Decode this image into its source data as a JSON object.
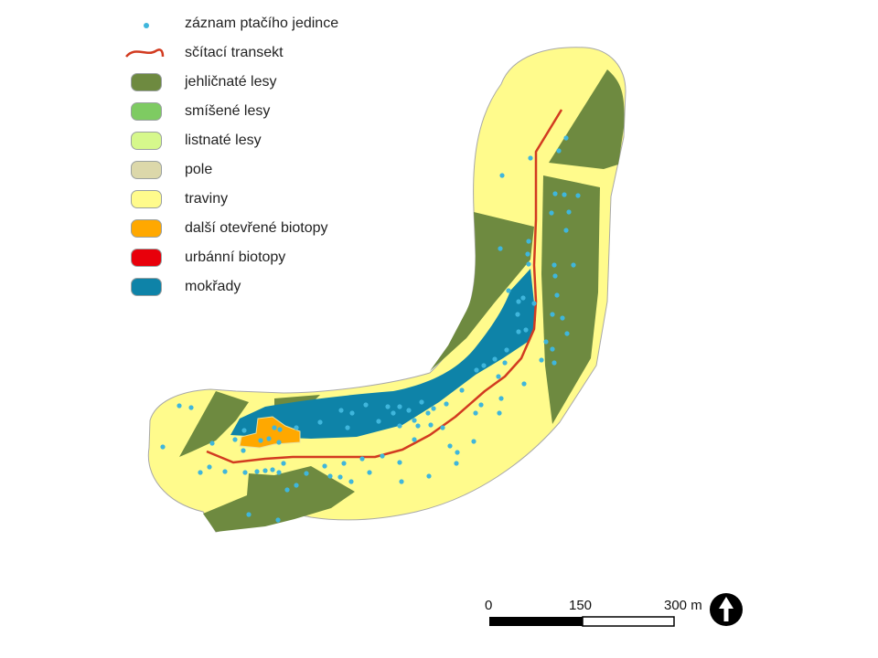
{
  "legend": {
    "items": [
      {
        "label": "záznam ptačího jedince",
        "symbol": "point",
        "color": "#3fb6dc"
      },
      {
        "label": "sčítací transekt",
        "symbol": "line",
        "color": "#d23b20"
      },
      {
        "label": "jehličnaté lesy",
        "symbol": "fill",
        "color": "#6e8a40"
      },
      {
        "label": "smíšené lesy",
        "symbol": "fill",
        "color": "#7ecb62"
      },
      {
        "label": "listnaté lesy",
        "symbol": "fill",
        "color": "#d6f88c"
      },
      {
        "label": "pole",
        "symbol": "fill",
        "color": "#dcd8aa"
      },
      {
        "label": "traviny",
        "symbol": "fill",
        "color": "#fffb8c"
      },
      {
        "label": "další otevřené biotopy",
        "symbol": "fill",
        "color": "#ffa800"
      },
      {
        "label": "urbánní biotopy",
        "symbol": "fill",
        "color": "#e8000b"
      },
      {
        "label": "mokřady",
        "symbol": "fill",
        "color": "#0e83a8"
      }
    ]
  },
  "scale": {
    "labels": [
      "0",
      "150",
      "300 m"
    ]
  },
  "north_arrow": {
    "icon": "north-arrow-icon"
  },
  "colors": {
    "grassland": "#fffb8c",
    "coniferous": "#6e8a40",
    "wetland": "#0e83a8",
    "open_habitat": "#ffa800",
    "transect": "#d23b20",
    "bird": "#3fb6dc"
  }
}
